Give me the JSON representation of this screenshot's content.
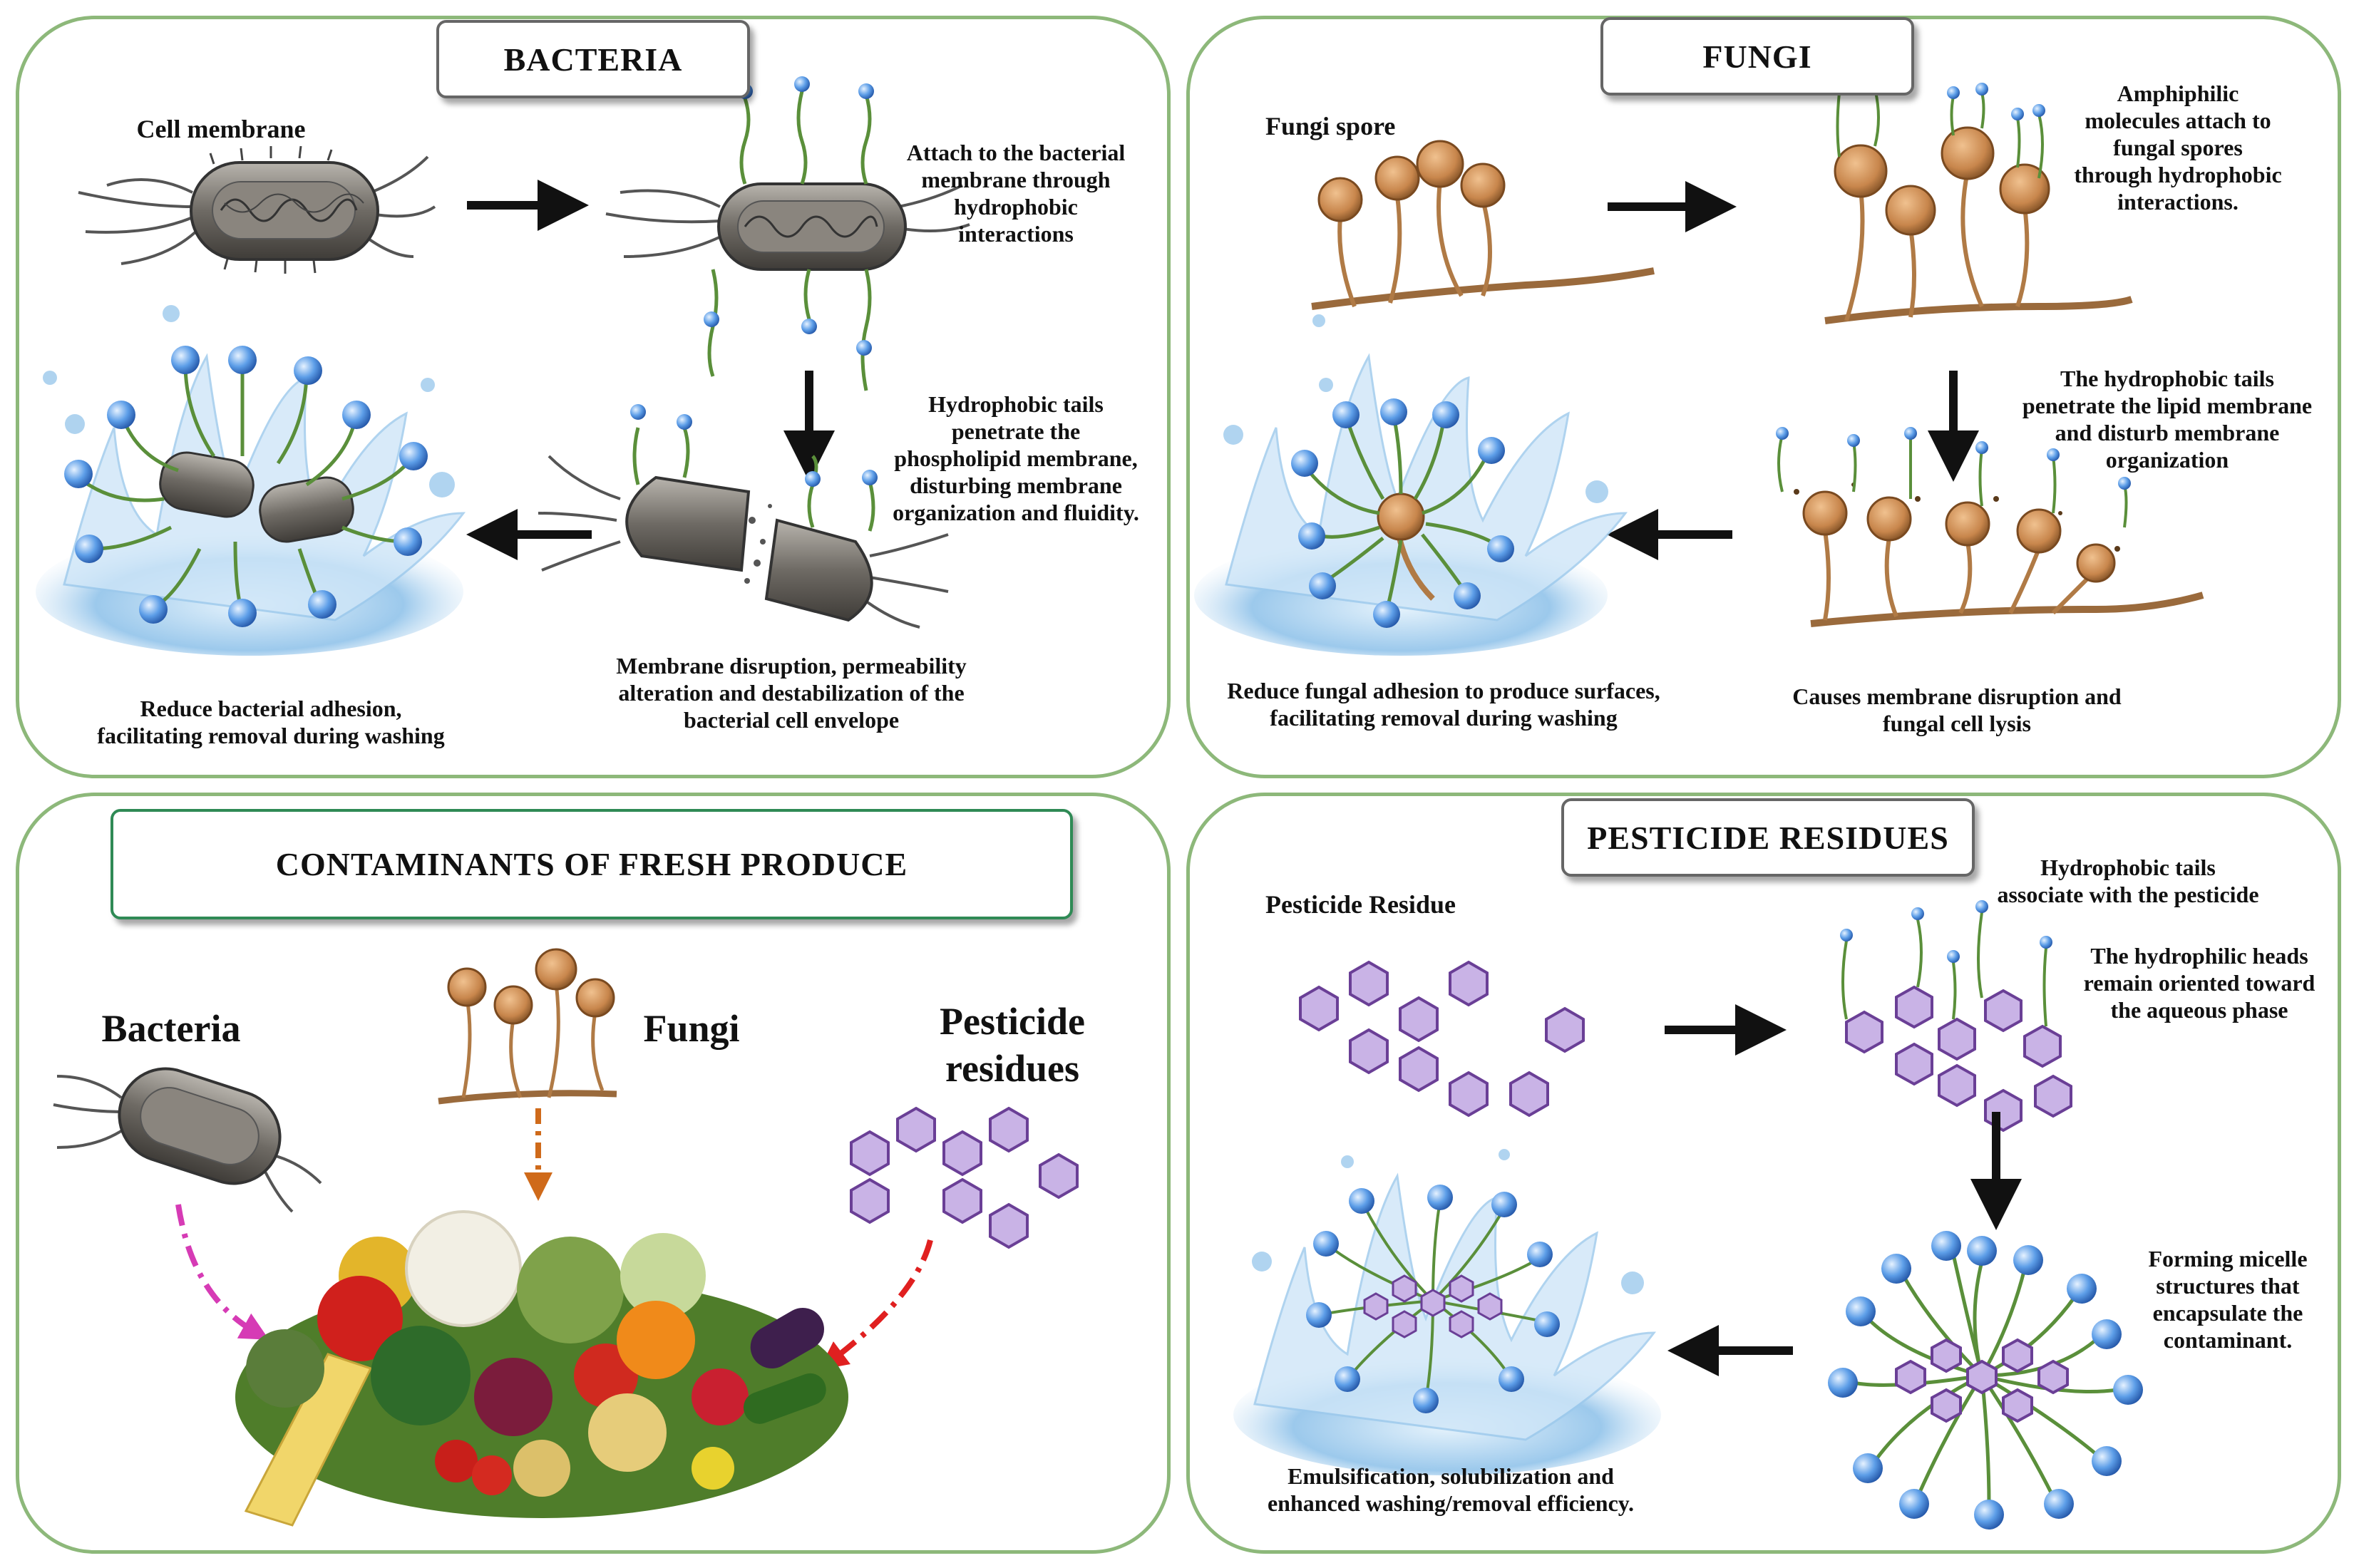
{
  "panels": {
    "bacteria": {
      "title": "BACTERIA",
      "cell_membrane": "Cell membrane",
      "attach": "Attach to the bacterial\nmembrane through\nhydrophobic\ninteractions",
      "tails": "Hydrophobic tails\npenetrate the\nphospholipid membrane,\ndisturbing membrane\norganization and fluidity.",
      "disruption": "Membrane disruption, permeability\nalteration and destabilization of the\nbacterial cell envelope",
      "reduce": "Reduce bacterial adhesion,\nfacilitating removal during washing"
    },
    "fungi": {
      "title": "FUNGI",
      "spore": "Fungi spore",
      "amphiphilic": "Amphiphilic\nmolecules attach to\nfungal spores\nthrough hydrophobic\ninteractions.",
      "tails": "The hydrophobic tails\npenetrate the lipid membrane\nand disturb membrane\norganization",
      "causes": "Causes  membrane disruption and\nfungal cell lysis",
      "reduce": "Reduce fungal adhesion to produce surfaces,\nfacilitating removal during washing"
    },
    "contaminants": {
      "title": "CONTAMINANTS OF FRESH PRODUCE",
      "bacteria": "Bacteria",
      "fungi": "Fungi",
      "pesticide": "Pesticide\nresidues"
    },
    "pesticide": {
      "title": "PESTICIDE RESIDUES",
      "residue": "Pesticide Residue",
      "tails": "Hydrophobic tails\nassociate with the pesticide",
      "heads": "The hydrophilic heads\nremain oriented toward\nthe aqueous phase",
      "micelle": "Forming micelle\nstructures that\nencapsulate the\ncontaminant.",
      "emulsification": "Emulsification, solubilization and\nenhanced washing/removal  efficiency."
    }
  },
  "colors": {
    "panel_border": "#8db87a",
    "head_blue": "#4a8fe0",
    "tail_green": "#5a8f3a",
    "hexagon_purple": "#c9b3e6",
    "hexagon_stroke": "#6a3f96",
    "bacteria_gray": "#77726b",
    "spore_brown": "#c98f5a",
    "arrow_magenta": "#d63bb5",
    "arrow_orange": "#cf6a1a",
    "arrow_red": "#e02020"
  }
}
